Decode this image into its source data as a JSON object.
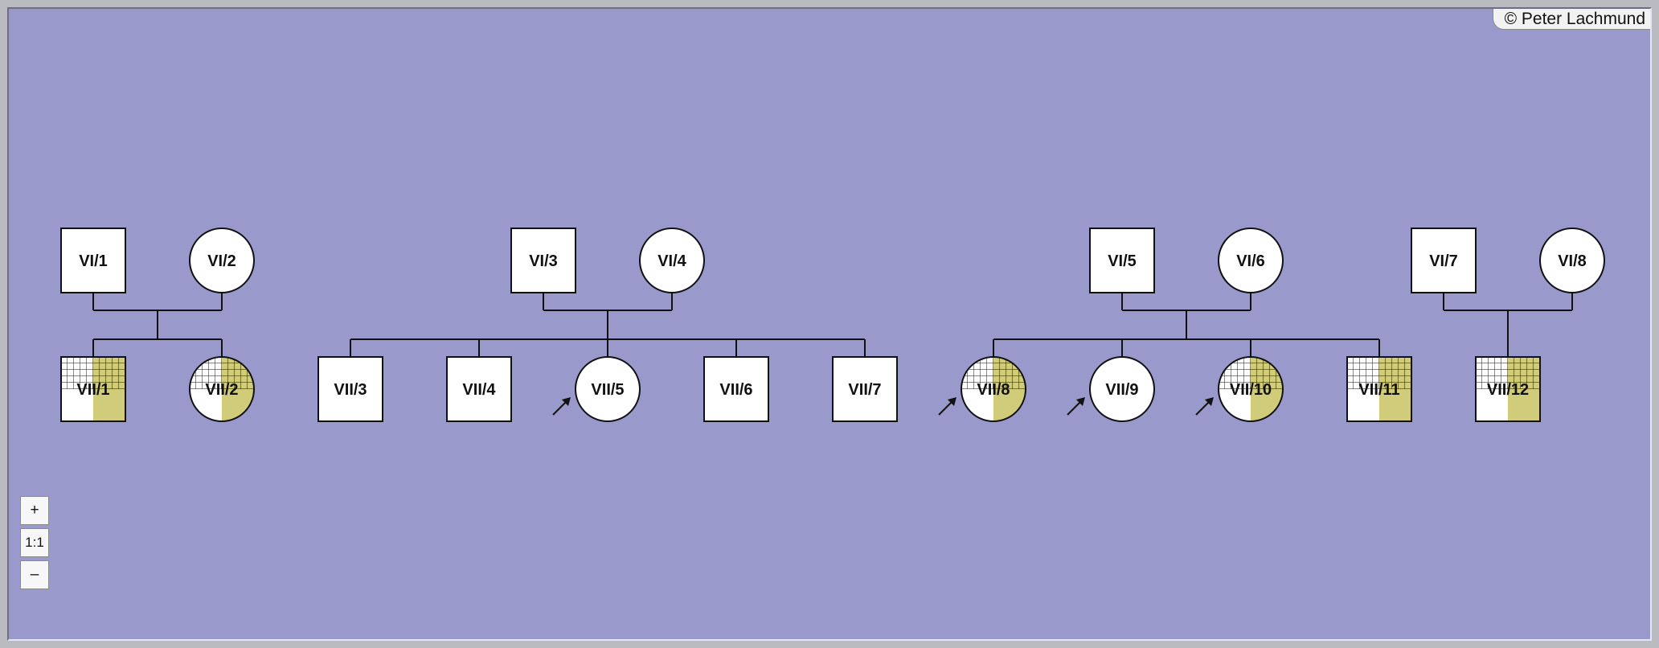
{
  "copyright": "© Peter Lachmund",
  "zoom": {
    "in_label": "+",
    "reset_label": "1:1",
    "out_label": "–"
  },
  "colors": {
    "background": "#9999cc",
    "affected_fill": "#d1cc7a",
    "symbol_fill": "#ffffff",
    "line": "#111111"
  },
  "generations": {
    "VI": [
      {
        "id": "VI/1",
        "sex": "male"
      },
      {
        "id": "VI/2",
        "sex": "female"
      },
      {
        "id": "VI/3",
        "sex": "male"
      },
      {
        "id": "VI/4",
        "sex": "female"
      },
      {
        "id": "VI/5",
        "sex": "male"
      },
      {
        "id": "VI/6",
        "sex": "female"
      },
      {
        "id": "VI/7",
        "sex": "male"
      },
      {
        "id": "VI/8",
        "sex": "female"
      }
    ],
    "VII": [
      {
        "id": "VII/1",
        "sex": "male",
        "affected": true,
        "proband": false
      },
      {
        "id": "VII/2",
        "sex": "female",
        "affected": true,
        "proband": false
      },
      {
        "id": "VII/3",
        "sex": "male",
        "affected": false,
        "proband": false
      },
      {
        "id": "VII/4",
        "sex": "male",
        "affected": false,
        "proband": false
      },
      {
        "id": "VII/5",
        "sex": "female",
        "affected": false,
        "proband": true
      },
      {
        "id": "VII/6",
        "sex": "male",
        "affected": false,
        "proband": false
      },
      {
        "id": "VII/7",
        "sex": "male",
        "affected": false,
        "proband": false
      },
      {
        "id": "VII/8",
        "sex": "female",
        "affected": true,
        "proband": true
      },
      {
        "id": "VII/9",
        "sex": "female",
        "affected": false,
        "proband": true
      },
      {
        "id": "VII/10",
        "sex": "female",
        "affected": true,
        "proband": true
      },
      {
        "id": "VII/11",
        "sex": "male",
        "affected": true,
        "proband": false
      },
      {
        "id": "VII/12",
        "sex": "male",
        "affected": true,
        "proband": false
      }
    ]
  },
  "families": [
    {
      "parents": [
        "VI/1",
        "VI/2"
      ],
      "children": [
        "VII/1",
        "VII/2"
      ]
    },
    {
      "parents": [
        "VI/3",
        "VI/4"
      ],
      "children": [
        "VII/3",
        "VII/4",
        "VII/5",
        "VII/6",
        "VII/7"
      ]
    },
    {
      "parents": [
        "VI/5",
        "VI/6"
      ],
      "children": [
        "VII/8",
        "VII/9",
        "VII/10",
        "VII/11"
      ]
    },
    {
      "parents": [
        "VI/7",
        "VI/8"
      ],
      "children": [
        "VII/12"
      ]
    }
  ]
}
